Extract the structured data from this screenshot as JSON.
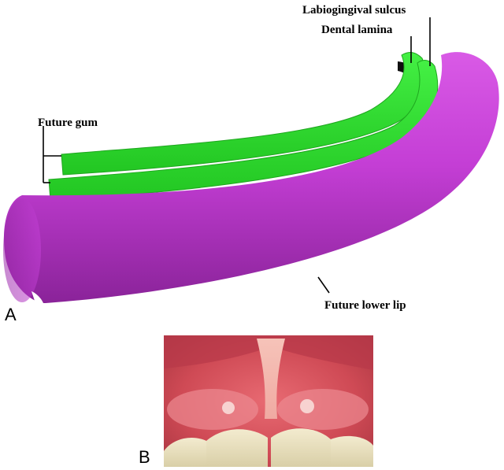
{
  "panel_a": {
    "letter": "A",
    "labels": {
      "labiogingival_sulcus": "Labiogingival sulcus",
      "dental_lamina": "Dental lamina",
      "future_gum": "Future gum",
      "future_lower_lip": "Future lower lip"
    },
    "colors": {
      "lip": "#c33ed3",
      "lip_dark": "#7a1c8a",
      "gum": "#33e833",
      "gum_dark": "#17a917",
      "sulcus_shadow": "#111111"
    }
  },
  "panel_b": {
    "letter": "B",
    "description_hidden": ""
  }
}
